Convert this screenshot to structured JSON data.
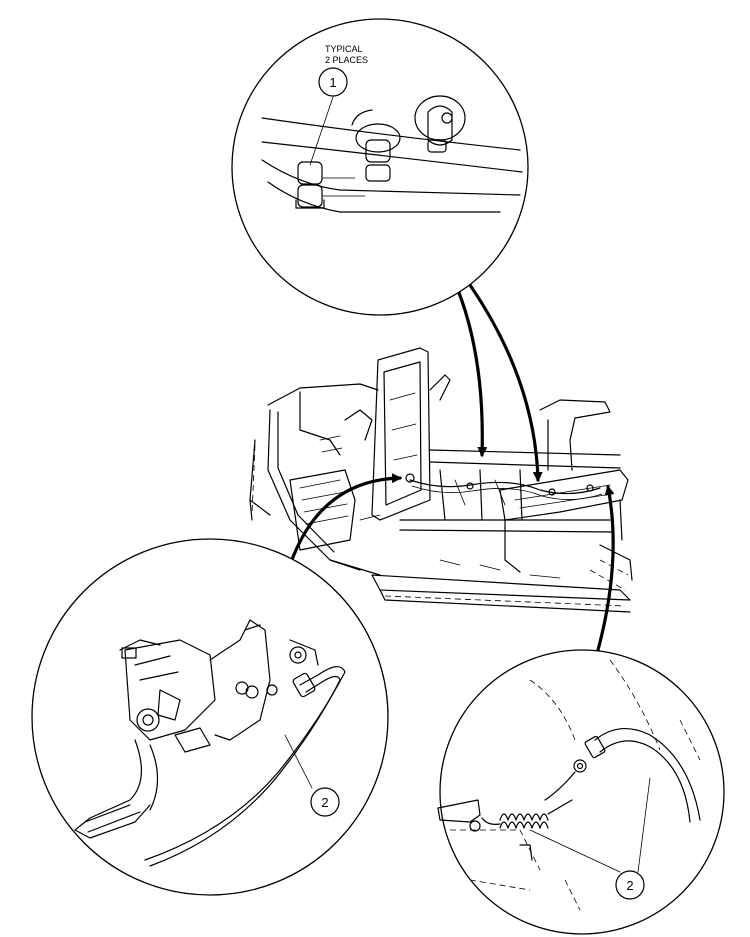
{
  "detail_top": {
    "note_line1": "TYPICAL",
    "note_line2": "2 PLACES",
    "callout": "1"
  },
  "detail_bottom_left": {
    "callout": "2"
  },
  "detail_bottom_right": {
    "callout": "2"
  }
}
